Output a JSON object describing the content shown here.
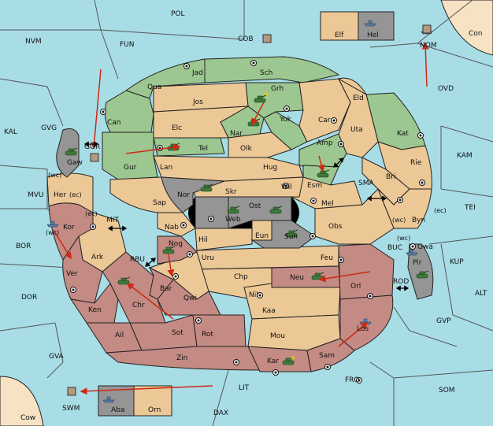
{
  "board": {
    "sea_labels": [
      {
        "id": "pol",
        "text": "POL"
      },
      {
        "id": "nvm",
        "text": "NVM"
      },
      {
        "id": "fun",
        "text": "FUN"
      },
      {
        "id": "cob",
        "text": "COB"
      },
      {
        "id": "nom",
        "text": "NOM"
      },
      {
        "id": "ovd",
        "text": "OVD"
      },
      {
        "id": "kal",
        "text": "KAL"
      },
      {
        "id": "gvg",
        "text": "GVG"
      },
      {
        "id": "gor",
        "text": "GOR"
      },
      {
        "id": "kam",
        "text": "KAM"
      },
      {
        "id": "sma",
        "text": "SMA"
      },
      {
        "id": "tei",
        "text": "TEI"
      },
      {
        "id": "mvu",
        "text": "MVU"
      },
      {
        "id": "mit",
        "text": "MIT"
      },
      {
        "id": "bor",
        "text": "BOR"
      },
      {
        "id": "rbu",
        "text": "RBU"
      },
      {
        "id": "buc",
        "text": "BUC"
      },
      {
        "id": "kup",
        "text": "KUP"
      },
      {
        "id": "dor",
        "text": "DOR"
      },
      {
        "id": "rod",
        "text": "ROD"
      },
      {
        "id": "alt",
        "text": "ALT"
      },
      {
        "id": "gvp",
        "text": "GVP"
      },
      {
        "id": "gva",
        "text": "GVA"
      },
      {
        "id": "fro",
        "text": "FRO"
      },
      {
        "id": "som",
        "text": "SOM"
      },
      {
        "id": "lit",
        "text": "LIT"
      },
      {
        "id": "swm",
        "text": "SWM"
      },
      {
        "id": "dax",
        "text": "DAX"
      }
    ],
    "provinces": [
      {
        "id": "con",
        "text": "Con"
      },
      {
        "id": "cow",
        "text": "Cow"
      },
      {
        "id": "elf",
        "text": "Elf"
      },
      {
        "id": "hel",
        "text": "Hel"
      },
      {
        "id": "jad",
        "text": "Jad"
      },
      {
        "id": "sch",
        "text": "Sch"
      },
      {
        "id": "qua",
        "text": "Qua"
      },
      {
        "id": "jos",
        "text": "Jos"
      },
      {
        "id": "grh",
        "text": "Grh"
      },
      {
        "id": "eld",
        "text": "Eld"
      },
      {
        "id": "can",
        "text": "Can"
      },
      {
        "id": "elc",
        "text": "Elc"
      },
      {
        "id": "nar",
        "text": "Nar"
      },
      {
        "id": "yok",
        "text": "Yok"
      },
      {
        "id": "car",
        "text": "Car"
      },
      {
        "id": "uta",
        "text": "Uta"
      },
      {
        "id": "kat",
        "text": "Kat"
      },
      {
        "id": "tel",
        "text": "Tel"
      },
      {
        "id": "olk",
        "text": "Olk"
      },
      {
        "id": "amp",
        "text": "Amp"
      },
      {
        "id": "gaw",
        "text": "Gaw"
      },
      {
        "id": "gur",
        "text": "Gur"
      },
      {
        "id": "lan",
        "text": "Lan"
      },
      {
        "id": "hug",
        "text": "Hug"
      },
      {
        "id": "rie",
        "text": "Rie"
      },
      {
        "id": "bri",
        "text": "Bri"
      },
      {
        "id": "esm",
        "text": "Esm"
      },
      {
        "id": "wil",
        "text": "Wil"
      },
      {
        "id": "her",
        "text": "Her"
      },
      {
        "id": "nor",
        "text": "Nor"
      },
      {
        "id": "skr",
        "text": "Skr"
      },
      {
        "id": "ost",
        "text": "Ost"
      },
      {
        "id": "mel",
        "text": "Mel"
      },
      {
        "id": "sap",
        "text": "Sap"
      },
      {
        "id": "web",
        "text": "Web"
      },
      {
        "id": "byn",
        "text": "Byn"
      },
      {
        "id": "kor",
        "text": "Kor"
      },
      {
        "id": "nab",
        "text": "Nab"
      },
      {
        "id": "eun",
        "text": "Eun"
      },
      {
        "id": "obs",
        "text": "Obs"
      },
      {
        "id": "hil",
        "text": "Hil"
      },
      {
        "id": "sun",
        "text": "Sun"
      },
      {
        "id": "gwa",
        "text": "Gwa"
      },
      {
        "id": "ark",
        "text": "Ark"
      },
      {
        "id": "nog",
        "text": "Nog"
      },
      {
        "id": "uru",
        "text": "Uru"
      },
      {
        "id": "feu",
        "text": "Feu"
      },
      {
        "id": "pir",
        "text": "Pir"
      },
      {
        "id": "ver",
        "text": "Ver"
      },
      {
        "id": "chp",
        "text": "Chp"
      },
      {
        "id": "neu",
        "text": "Neu"
      },
      {
        "id": "bar",
        "text": "Bar"
      },
      {
        "id": "orl",
        "text": "Orl"
      },
      {
        "id": "qwi",
        "text": "Qwi"
      },
      {
        "id": "nil",
        "text": "Nil"
      },
      {
        "id": "ken",
        "text": "Ken"
      },
      {
        "id": "chr",
        "text": "Chr"
      },
      {
        "id": "kaa",
        "text": "Kaa"
      },
      {
        "id": "los",
        "text": "Los"
      },
      {
        "id": "ail",
        "text": "Ail"
      },
      {
        "id": "sot",
        "text": "Sot"
      },
      {
        "id": "rot",
        "text": "Rot"
      },
      {
        "id": "mou",
        "text": "Mou"
      },
      {
        "id": "sam",
        "text": "Sam"
      },
      {
        "id": "zin",
        "text": "Zin"
      },
      {
        "id": "kar",
        "text": "Kar"
      },
      {
        "id": "aba",
        "text": "Aba"
      },
      {
        "id": "orn",
        "text": "Orn"
      }
    ],
    "coast_labels": [
      {
        "id": "wc1",
        "text": "(wc)"
      },
      {
        "id": "ec1",
        "text": "(ec)"
      },
      {
        "id": "ec2",
        "text": "(ec)"
      },
      {
        "id": "wc2",
        "text": "(wc)"
      },
      {
        "id": "wc3",
        "text": "(wc)"
      },
      {
        "id": "ec3",
        "text": "(ec)"
      },
      {
        "id": "wc4",
        "text": "(wc)"
      }
    ]
  }
}
